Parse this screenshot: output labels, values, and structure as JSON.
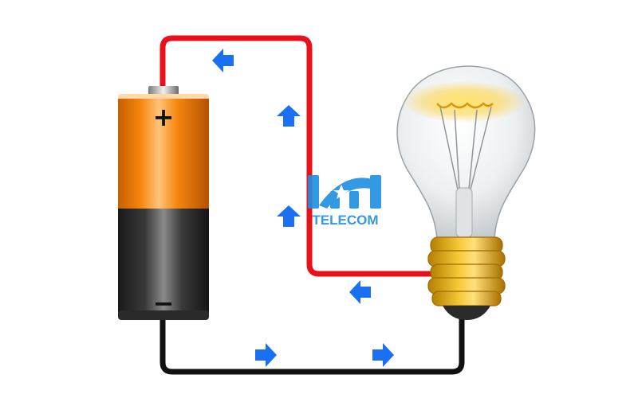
{
  "battery": {
    "positive_sign": "+",
    "negative_sign": "−"
  },
  "watermark": {
    "text": "TELECOM"
  },
  "colors": {
    "positive_wire": "#e8101b",
    "negative_wire": "#111111",
    "arrow": "#1a6ff2",
    "battery_top": "#f5870f",
    "battery_bottom": "#3a3a3a",
    "bulb_base": "#e9b526",
    "logo_blue": "#1f8fe0"
  },
  "arrows": [
    {
      "id": "arrow-top-wire",
      "direction": "left"
    },
    {
      "id": "arrow-right-wire-upper",
      "direction": "up"
    },
    {
      "id": "arrow-right-wire-lower",
      "direction": "up"
    },
    {
      "id": "arrow-bulb-wire",
      "direction": "left"
    },
    {
      "id": "arrow-bottom-wire-left",
      "direction": "right"
    },
    {
      "id": "arrow-bottom-wire-right",
      "direction": "right"
    }
  ]
}
